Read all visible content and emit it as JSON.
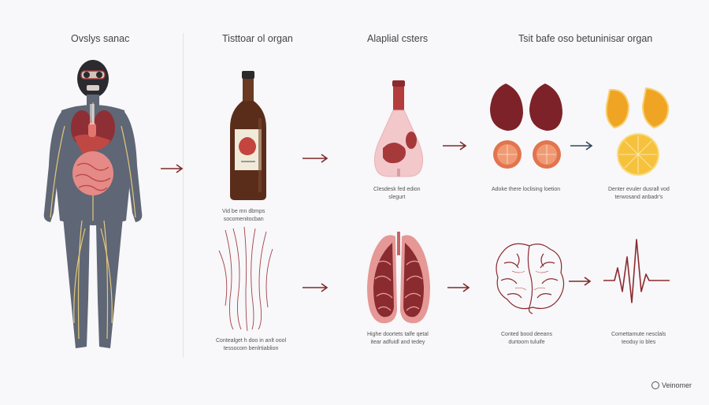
{
  "headers": {
    "col1": "Ovslys sanac",
    "col2": "Tisttoar ol organ",
    "col3": "Alaplial csters",
    "col4": "Tsit bafe oso betuninisar organ"
  },
  "captions": {
    "bottle": [
      "Vid be mn dbmps",
      "socomenitocban"
    ],
    "flask": [
      "Clesdesk fed edion",
      "slegurt"
    ],
    "liver": [
      "Adoke there loclising loetion"
    ],
    "citrus": [
      "Denter evuler dusrall vod",
      "terwosand anbadr's"
    ],
    "fibers": [
      "Contealget h doo in anlt oool",
      "tessocom benlrtiablion"
    ],
    "lungs": [
      "Highe doortets talfe qetal",
      "itear adfuidl and tedey"
    ],
    "brain": [
      "Conted bood deeans",
      "durtoom tuluife"
    ],
    "pulse": [
      "Comettamute nesclals",
      "teoduy io bles"
    ]
  },
  "watermark": "Veinomer",
  "colors": {
    "body": "#5f6675",
    "organ_red": "#a8373a",
    "liver": "#7d2228",
    "bottle": "#5a2d1a",
    "citrus": "#f0a423",
    "arrow": "#7d2a2a",
    "arrow_blue": "#2f4a5e"
  }
}
